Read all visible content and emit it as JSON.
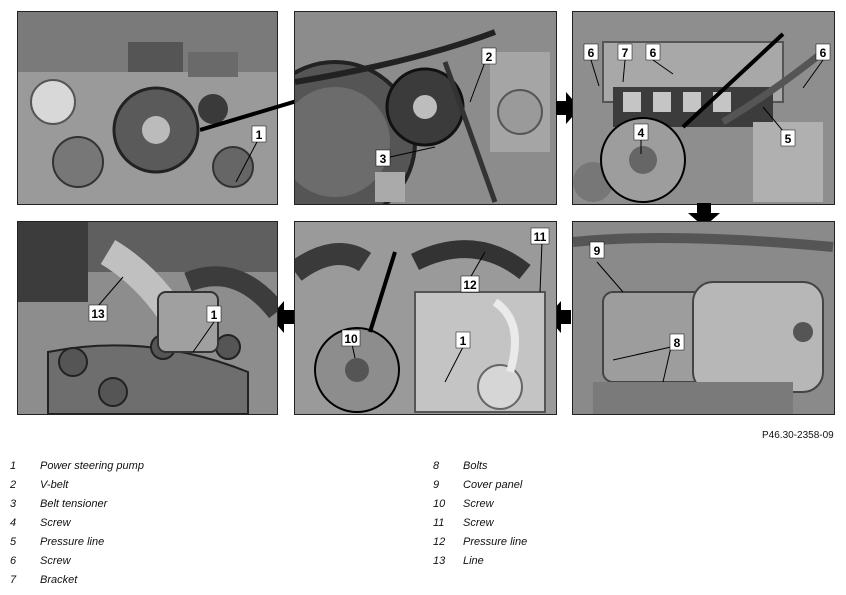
{
  "figure_code": "P46.30-2358-09",
  "legend_left": [
    {
      "num": "1",
      "label": "Power steering pump"
    },
    {
      "num": "2",
      "label": "V-belt"
    },
    {
      "num": "3",
      "label": "Belt tensioner"
    },
    {
      "num": "4",
      "label": "Screw"
    },
    {
      "num": "5",
      "label": "Pressure line"
    },
    {
      "num": "6",
      "label": "Screw"
    },
    {
      "num": "7",
      "label": "Bracket"
    }
  ],
  "legend_right": [
    {
      "num": "8",
      "label": "Bolts"
    },
    {
      "num": "9",
      "label": "Cover panel"
    },
    {
      "num": "10",
      "label": "Screw"
    },
    {
      "num": "11",
      "label": "Screw"
    },
    {
      "num": "12",
      "label": "Pressure line"
    },
    {
      "num": "13",
      "label": "Line"
    }
  ],
  "callouts": {
    "p1": [
      "1"
    ],
    "p2": [
      "2",
      "3"
    ],
    "p3": [
      "6",
      "7",
      "6",
      "6",
      "4",
      "5"
    ],
    "p4": [
      "13",
      "1"
    ],
    "p5": [
      "11",
      "12",
      "10",
      "1"
    ],
    "p6": [
      "9",
      "8"
    ]
  },
  "colors": {
    "arrow": "#000000",
    "callout_bg": "#ffffff"
  }
}
